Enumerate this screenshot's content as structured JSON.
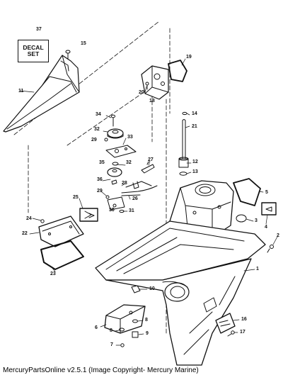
{
  "decal_box": {
    "line1": "DECAL",
    "line2": "SET"
  },
  "caption": "MercuryPartsOnline v2.5.1 (Image Copyright- Mercury Marine)",
  "callouts": [
    "37",
    "15",
    "11",
    "19",
    "20",
    "18",
    "14",
    "21",
    "34",
    "32",
    "29",
    "33",
    "27",
    "35",
    "32",
    "12",
    "13",
    "36",
    "28",
    "29",
    "26",
    "25",
    "30",
    "31",
    "5",
    "24",
    "4",
    "22",
    "3",
    "2",
    "23",
    "1",
    "10",
    "6",
    "8",
    "16",
    "8",
    "7",
    "9",
    "17"
  ]
}
